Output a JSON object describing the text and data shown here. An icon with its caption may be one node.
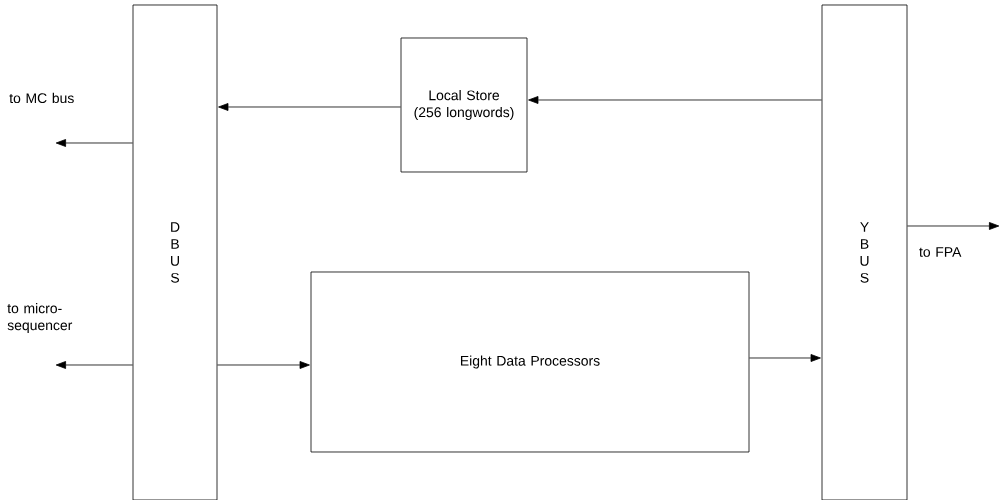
{
  "diagram": {
    "nodes": [
      {
        "text": [
          "D B U S"
        ]
      },
      {
        "text": [
          "Local Store (256 longwords)"
        ]
      },
      {
        "text": [
          "Eight Data Processors"
        ]
      },
      {
        "text": [
          "Y B U S"
        ]
      }
    ],
    "edges": [
      {
        "from": 3,
        "to": 1,
        "arrow": "to"
      },
      {
        "from": 1,
        "to": 0,
        "arrow": "to"
      },
      {
        "from": 0,
        "to": 2,
        "arrow": "to"
      },
      {
        "from": 2,
        "to": 3,
        "arrow": "to"
      },
      {
        "from": 3,
        "to": null,
        "arrow": "to",
        "label": "to FPA"
      },
      {
        "from": 0,
        "to": null,
        "arrow": "to",
        "label": "to MC bus"
      },
      {
        "from": 0,
        "to": null,
        "arrow": "to",
        "label": "to micro- sequencer"
      }
    ]
  }
}
